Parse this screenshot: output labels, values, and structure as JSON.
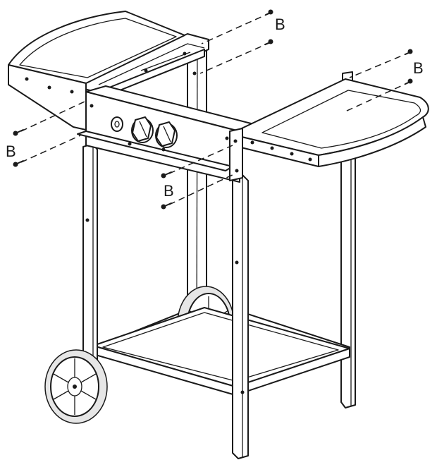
{
  "labels": {
    "b1": "B",
    "b2": "B",
    "b3": "B",
    "b4": "B"
  },
  "colors": {
    "stroke": "#1a1a1a",
    "background": "#ffffff",
    "tire": "#e6e6e6"
  }
}
